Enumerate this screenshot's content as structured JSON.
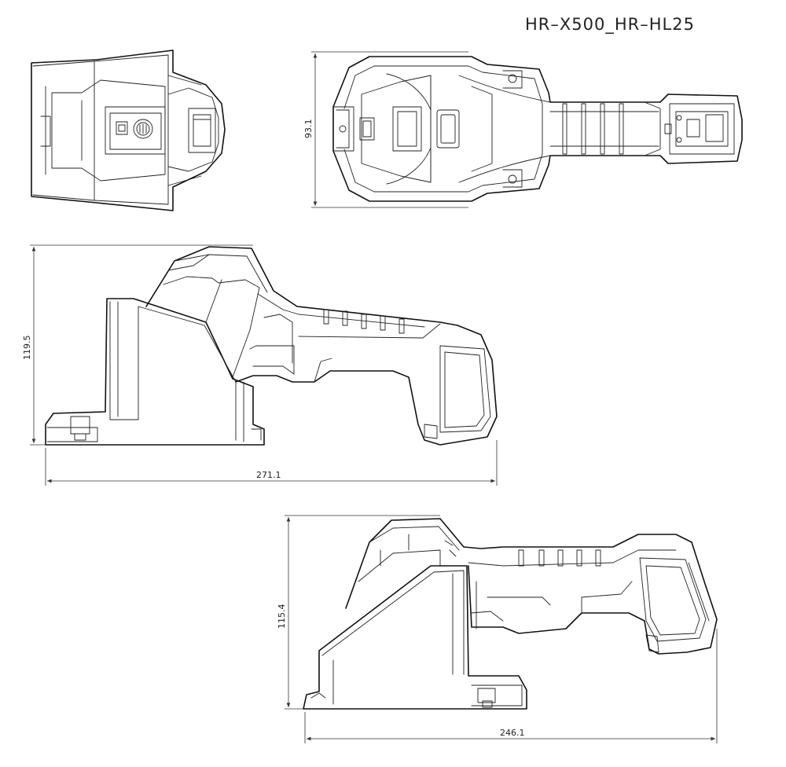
{
  "title": "HR–X500_HR–HL25",
  "dimensions": {
    "top_view_height": "93.1",
    "side_left_height": "119.5",
    "side_left_width": "271.1",
    "side_right_height": "115.4",
    "side_right_width": "246.1"
  }
}
